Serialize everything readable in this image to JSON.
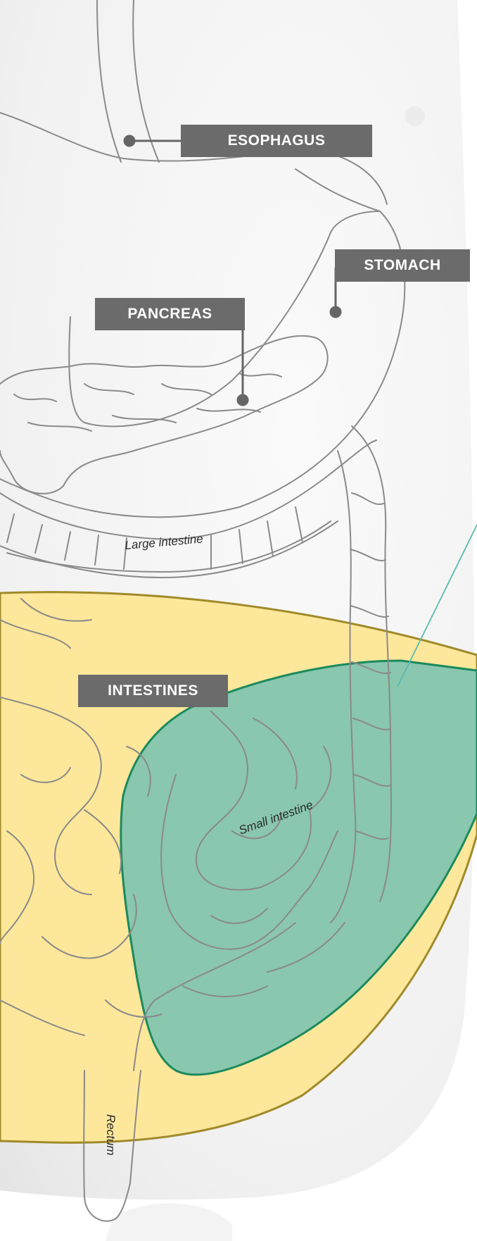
{
  "labels": {
    "esophagus": "ESOPHAGUS",
    "stomach": "STOMACH",
    "pancreas": "PANCREAS",
    "intestines": "INTESTINES"
  },
  "annotations": {
    "large_intestine": "Large intestine",
    "small_intestine": "Small intestine",
    "rectum": "Rectum"
  },
  "colors": {
    "label_box": "#6b6b6b",
    "yellow_region": "#fde79a",
    "yellow_outline": "#a08a2a",
    "teal_region": "#6fbfb2",
    "teal_outline": "#1b8a5e",
    "organ_outline": "#8a8a8a"
  }
}
